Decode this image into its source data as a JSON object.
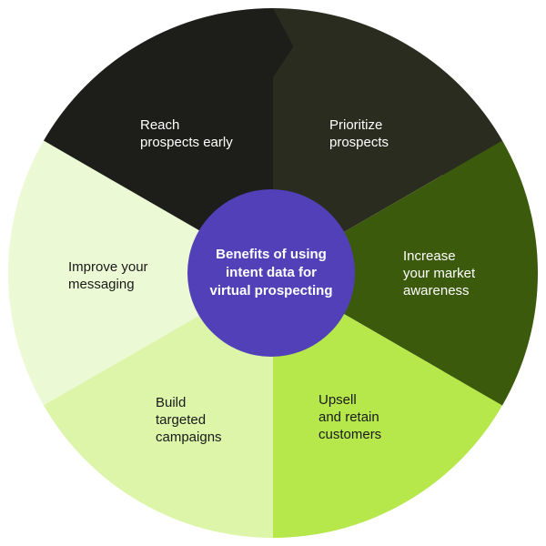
{
  "center": {
    "title": "Benefits of using\nintent data for\nvirtual prospecting",
    "color": "#5240b8"
  },
  "segments": [
    {
      "label": "Prioritize\nprospects",
      "color": "#2a2c20",
      "text": "light"
    },
    {
      "label": "Increase\nyour market\nawareness",
      "color": "#3c5a0c",
      "text": "light"
    },
    {
      "label": "Upsell\nand retain\ncustomers",
      "color": "#b6e84c",
      "text": "dark"
    },
    {
      "label": "Build\ntargeted\ncampaigns",
      "color": "#dcf5a8",
      "text": "dark"
    },
    {
      "label": "Improve your\nmessaging",
      "color": "#ebf9d4",
      "text": "dark"
    },
    {
      "label": "Reach\nprospects early",
      "color": "#1d1e1a",
      "text": "light"
    }
  ]
}
